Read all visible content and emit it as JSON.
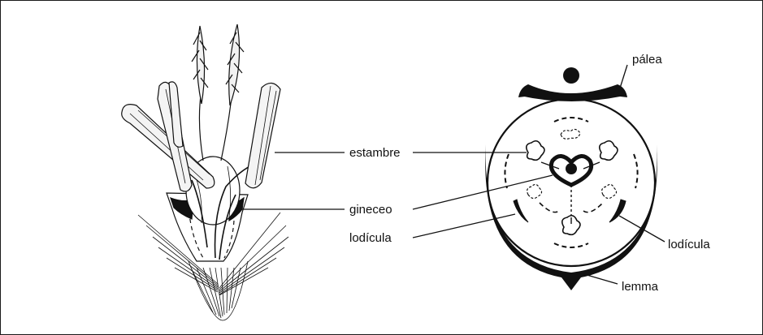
{
  "labels": {
    "estambre": "estambre",
    "gineceo": "gineceo",
    "lodicula_left": "lodícula",
    "palea": "pálea",
    "lodicula_right": "lodícula",
    "lemma": "lemma"
  },
  "colors": {
    "ink": "#111111",
    "border": "#1a1a1a",
    "background": "#ffffff"
  }
}
